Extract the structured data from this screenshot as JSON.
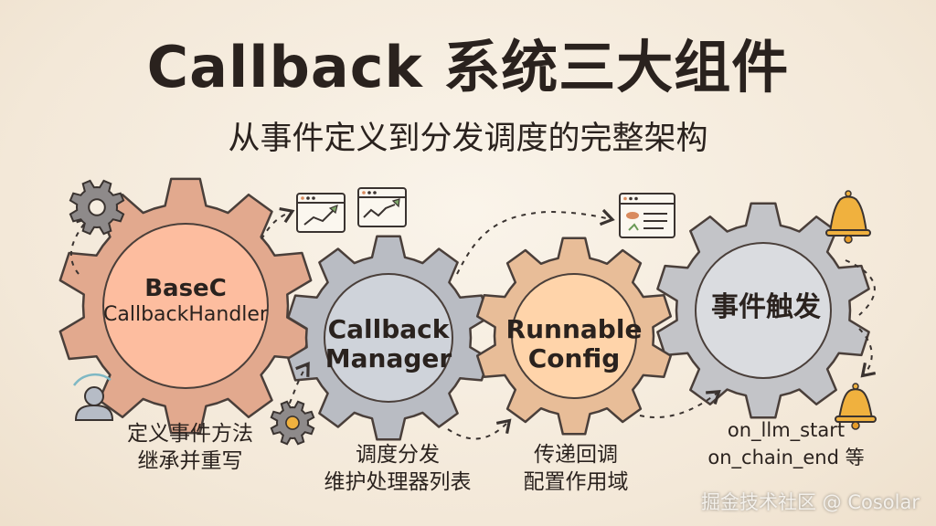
{
  "title": "Callback 系统三大组件",
  "subtitle": "从事件定义到分发调度的完整架构",
  "gears": [
    {
      "label_line1": "BaseC",
      "label_line2": "CallbackHandler",
      "color": "#e2a98e"
    },
    {
      "label_line1": "Callback",
      "label_line2": "Manager",
      "color": "#b9bcc3"
    },
    {
      "label_line1": "Runnable",
      "label_line2": "Config",
      "color": "#e8bd98"
    },
    {
      "label_line1": "事件触发",
      "label_line2": "",
      "color": "#c3c4c8"
    }
  ],
  "captions": [
    {
      "line1": "定义事件方法",
      "line2": "继承并重写"
    },
    {
      "line1": "调度分发",
      "line2": "维护处理器列表"
    },
    {
      "line1": "传递回调",
      "line2": "配置作用域"
    },
    {
      "line1": "on_llm_start",
      "line2": "on_chain_end 等"
    }
  ],
  "icons": [
    "gear-icon",
    "chart-window-icon",
    "chart-window-icon",
    "chart-window-icon",
    "bell-icon",
    "user-icon",
    "small-gear-icon",
    "bell-icon"
  ],
  "watermark": "掘金技术社区 @ Cosolar"
}
